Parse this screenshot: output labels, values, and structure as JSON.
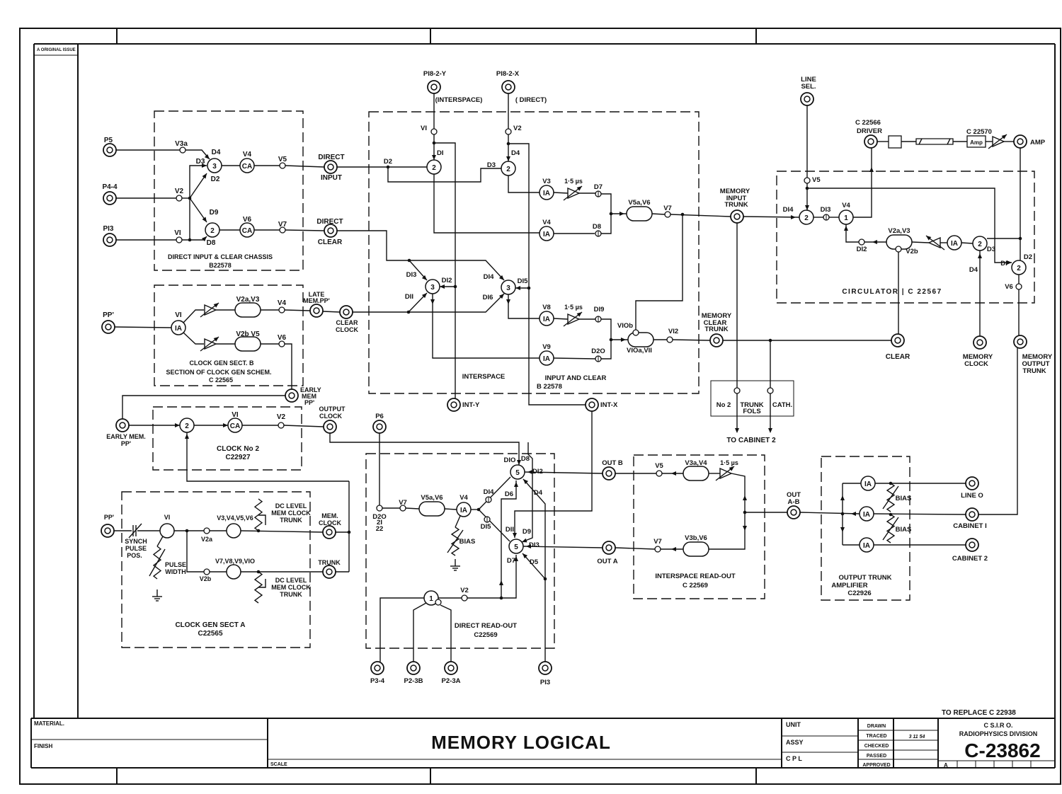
{
  "sheet": {
    "revision_note": "A ORIGINAL ISSUE",
    "replace_note": "TO REPLACE  C 22938"
  },
  "title_block": {
    "material": "MATERIAL.",
    "finish": "FINISH",
    "scale": "SCALE",
    "title": "MEMORY   LOGICAL",
    "unit": "UNIT",
    "assy": "ASSY",
    "cpl": "C P L",
    "drawn": "DRAWN",
    "traced": "TRACED",
    "checked": "CHECKED",
    "passed": "PASSED",
    "approved": "APPROVED",
    "traced_date": "3  11  54",
    "org_line1": "C S.I.R O.",
    "org_line2": "RADIOPHYSICS DIVISION",
    "drawing_number": "C-23862",
    "revision": "A"
  },
  "symbols": {
    "ia": "IA",
    "ca": "CA",
    "g1": "1",
    "g2": "2",
    "g3": "3",
    "g5": "5",
    "amp": "Amp",
    "delay": "1·5 µs"
  },
  "direct_input_clear": {
    "p5": "P5",
    "p4_4": "P4-4",
    "p13": "PI3",
    "v3a": "V3a",
    "v2": "V2",
    "v1": "VI",
    "d4": "D4",
    "d3": "D3",
    "d2": "D2",
    "d9": "D9",
    "d8": "D8",
    "v4": "V4",
    "v6": "V6",
    "v5": "V5",
    "v7": "V7",
    "title": "DIRECT  INPUT & CLEAR CHASSIS",
    "code": "B22578",
    "direct_input": [
      "DIRECT",
      "INPUT"
    ],
    "direct_clear": [
      "DIRECT",
      "CLEAR"
    ]
  },
  "clock_gen_b": {
    "pp": "PP'",
    "v1": "VI",
    "v2a_v3": "V2a,V3",
    "v4": "V4",
    "v2b_v5": "V2b V5",
    "v6": "V6",
    "title": "CLOCK GEN  SECT. B",
    "subtitle": "SECTION  OF CLOCK GEN  SCHEM.",
    "code": "C 22565",
    "late_mem": [
      "LATE",
      "MEM.PP'"
    ],
    "clear_clock": [
      "CLEAR",
      "CLOCK"
    ],
    "early_mem": [
      "EARLY",
      "MEM",
      "PP'"
    ]
  },
  "clock_no2": {
    "early_mem": [
      "EARLY MEM.",
      "PP'"
    ],
    "v1": "VI",
    "v2": "V2",
    "title": "CLOCK  No 2",
    "code": "C22927",
    "output_clock": [
      "OUTPUT",
      "CLOCK"
    ]
  },
  "clock_gen_a": {
    "pp": "PP'",
    "v1": "VI",
    "synch": [
      "SYNCH",
      "PULSE",
      "POS."
    ],
    "pulse_width": [
      "PULSE",
      "WIDTH"
    ],
    "v2a": "V2a",
    "v3_v6": "V3,V4,V5,V6",
    "v2b": "V2b",
    "v7_v10": "V7,V8,V9,VIO",
    "dc_level": [
      "DC LEVEL",
      "MEM CLOCK",
      "TRUNK"
    ],
    "mem_clock": [
      "MEM.",
      "CLOCK"
    ],
    "trunk": "TRUNK",
    "title": "CLOCK  GEN  SECT  A",
    "code": "C22565"
  },
  "input_and_clear": {
    "p18_2_y": "PI8-2-Y",
    "p18_2_x": "PI8-2-X",
    "interspace_note": "(INTERSPACE)",
    "direct_note": "( DIRECT)",
    "v1": "VI",
    "v2": "V2",
    "d1": "DI",
    "d4": "D4",
    "d2": "D2",
    "d3": "D3",
    "v3": "V3",
    "d7": "D7",
    "v4": "V4",
    "d8": "D8",
    "v5a_v6": "V5a,V6",
    "v7": "V7",
    "d13": "DI3",
    "d12": "DI2",
    "d11": "DII",
    "d14": "DI4",
    "d15": "DI5",
    "d16": "DI6",
    "v8": "V8",
    "d19": "DI9",
    "v10b": "VIOb",
    "v10a_v11": "VIOa,VII",
    "v12": "VI2",
    "v9": "V9",
    "d20": "D2O",
    "interspace": "INTERSPACE",
    "title": "INPUT    AND    CLEAR",
    "code": "B 22578",
    "int_y": "INT-Y",
    "int_x": "INT-X"
  },
  "circulator": {
    "line_sel": [
      "LINE",
      "SEL."
    ],
    "driver": [
      "C 22566",
      "DRIVER"
    ],
    "c22570": "C 22570",
    "amp_out": "AMP",
    "mem_input_trunk": [
      "MEMORY",
      "INPUT",
      "TRUNK"
    ],
    "mem_clear_trunk": [
      "MEMORY",
      "CLEAR",
      "TRUNK"
    ],
    "v5": "V5",
    "d14": "DI4",
    "d13": "DI3",
    "v4": "V4",
    "v2a_v3": "V2a,V3",
    "v2b": "V2b",
    "d12": "DI2",
    "d3": "D3",
    "d2": "D2",
    "d1": "DI",
    "d4": "D4",
    "v6": "V6",
    "title": "CIRCULATOR | C 22567",
    "clear": "CLEAR",
    "memory_clock": [
      "MEMORY",
      "CLOCK"
    ],
    "mem_output_trunk": [
      "MEMORY",
      "OUTPUT",
      "TRUNK"
    ],
    "no2": "No 2",
    "trunk_fols": [
      "TRUNK",
      "FOLS"
    ],
    "cath": "CATH.",
    "to_cabinet": "TO  CABINET  2"
  },
  "direct_readout": {
    "p6": "P6",
    "d20": [
      "D2O",
      "2I",
      "22"
    ],
    "v7": "V7",
    "v5a_v6": "V5a,V6",
    "v4": "V4",
    "bias": "BIAS",
    "d14": "DI4",
    "d15": "DI5",
    "d10": "DIO",
    "d8": "D8",
    "d12": "DI2",
    "d6": "D6",
    "d4": "D4",
    "d11": "DII",
    "d9": "D9",
    "d13": "DI3",
    "d7": "D7",
    "d5": "D5",
    "v2": "V2",
    "title": "DIRECT  READ-OUT",
    "code": "C22569",
    "p3_4": "P3-4",
    "p2_3b": "P2-3B",
    "p2_3a": "P2-3A",
    "p13": "PI3",
    "out_b": "OUT  B",
    "out_a": "OUT A"
  },
  "interspace_readout": {
    "v5": "V5",
    "v3a_v4": "V3a,V4",
    "v7": "V7",
    "v3b_v6": "V3b,V6",
    "title": "INTERSPACE    READ-OUT",
    "code": "C 22569"
  },
  "output_trunk": {
    "out_ab": [
      "OUT",
      "A-B"
    ],
    "bias": "BIAS",
    "title": [
      "OUTPUT  TRUNK",
      "AMPLIFIER",
      "C22926"
    ],
    "line_o": "LINE  O",
    "cabinet1": "CABINET  I",
    "cabinet2": "CABINET  2"
  }
}
